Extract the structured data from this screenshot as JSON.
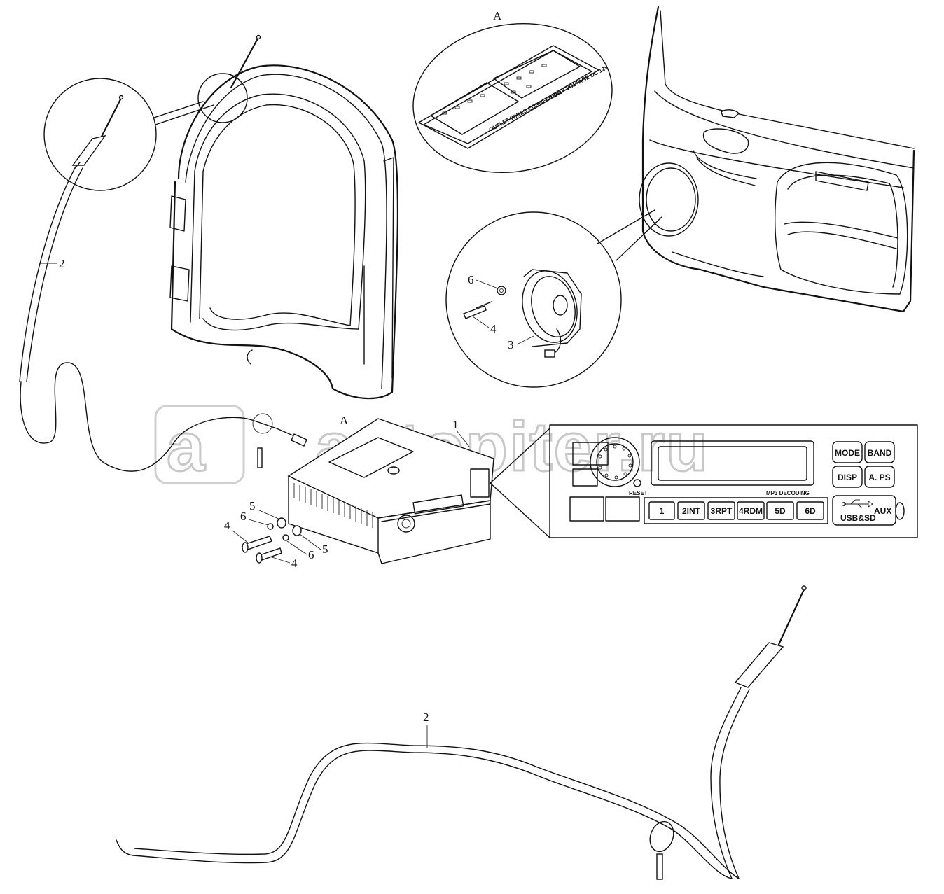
{
  "callouts": {
    "c1": "1",
    "c2_top": "2",
    "c2_bottom": "2",
    "c3": "3",
    "c4_speaker": "4",
    "c6_speaker": "6",
    "c4_left": "4",
    "c4_right": "4",
    "c5_left": "5",
    "c5_right": "5",
    "c6_left": "6",
    "c6_right": "6",
    "detail_a_top": "A",
    "detail_a_radio": "A"
  },
  "connector_panel": {
    "line1": "SUPPLY VOLTAGE DC 12V",
    "line2": "OUTLET WIRES CONNECTION"
  },
  "radio_panel": {
    "reset": "RESET",
    "mp3": "MP3 DECODING",
    "mode": "MODE",
    "band": "BAND",
    "disp": "DISP",
    "aps": "A. PS",
    "preset1": "1",
    "preset2": "2INT",
    "preset3": "3RPT",
    "preset4": "4RDM",
    "preset5": "5D",
    "preset6": "6D",
    "usb": "USB&SD",
    "aux": "AUX"
  },
  "watermark": "autopiter.ru",
  "watermark_logo": "a"
}
